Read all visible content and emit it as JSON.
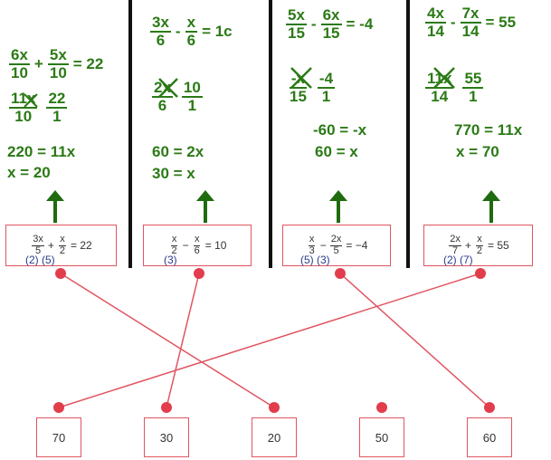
{
  "colors": {
    "green": "#2b7a16",
    "red": "#e05560",
    "dot": "#e23d4c",
    "divider": "#111111"
  },
  "columns": [
    {
      "given": {
        "a_num": "6x",
        "a_den": "10",
        "op": "+",
        "b_num": "5x",
        "b_den": "10",
        "rhs": "= 22"
      },
      "cross": {
        "a_num": "11x",
        "a_den": "10",
        "b_num": "22",
        "b_den": "1"
      },
      "steps": [
        "220 = 11x",
        "x = 20"
      ],
      "question": {
        "a_num": "3x",
        "a_den": "5",
        "op": "+",
        "b_num": "x",
        "b_den": "2",
        "rhs": "= 22",
        "multipliers": "(2)  (5)"
      }
    },
    {
      "given": {
        "a_num": "3x",
        "a_den": "6",
        "op": "-",
        "b_num": "x",
        "b_den": "6",
        "rhs": "= 1c"
      },
      "cross": {
        "a_num": "2x",
        "a_den": "6",
        "b_num": "10",
        "b_den": "1"
      },
      "steps": [
        "60 = 2x",
        "30 = x"
      ],
      "question": {
        "a_num": "x",
        "a_den": "2",
        "op": "−",
        "b_num": "x",
        "b_den": "6",
        "rhs": "= 10",
        "multipliers": "(3)"
      }
    },
    {
      "given": {
        "a_num": "5x",
        "a_den": "15",
        "op": "-",
        "b_num": "6x",
        "b_den": "15",
        "rhs": "= -4"
      },
      "cross": {
        "a_num": "-x",
        "a_den": "15",
        "b_num": "-4",
        "b_den": "1"
      },
      "steps": [
        "-60 = -x",
        "60 = x"
      ],
      "question": {
        "a_num": "x",
        "a_den": "3",
        "op": "−",
        "b_num": "2x",
        "b_den": "5",
        "rhs": "= −4",
        "multipliers": "(5)  (3)"
      }
    },
    {
      "given": {
        "a_num": "4x",
        "a_den": "14",
        "op": "-",
        "b_num": "7x",
        "b_den": "14",
        "rhs": "= 55"
      },
      "cross": {
        "a_num": "11x",
        "a_den": "14",
        "b_num": "55",
        "b_den": "1"
      },
      "steps": [
        "770 = 11x",
        "x = 70"
      ],
      "question": {
        "a_num": "2x",
        "a_den": "7",
        "op": "+",
        "b_num": "x",
        "b_den": "2",
        "rhs": "= 55",
        "multipliers": "(2)  (7)"
      }
    }
  ],
  "answers": [
    "70",
    "30",
    "20",
    "50",
    "60"
  ],
  "matches": [
    {
      "question": 1,
      "answer": 3
    },
    {
      "question": 2,
      "answer": 2
    },
    {
      "question": 3,
      "answer": 5
    },
    {
      "question": 4,
      "answer": 1
    }
  ]
}
